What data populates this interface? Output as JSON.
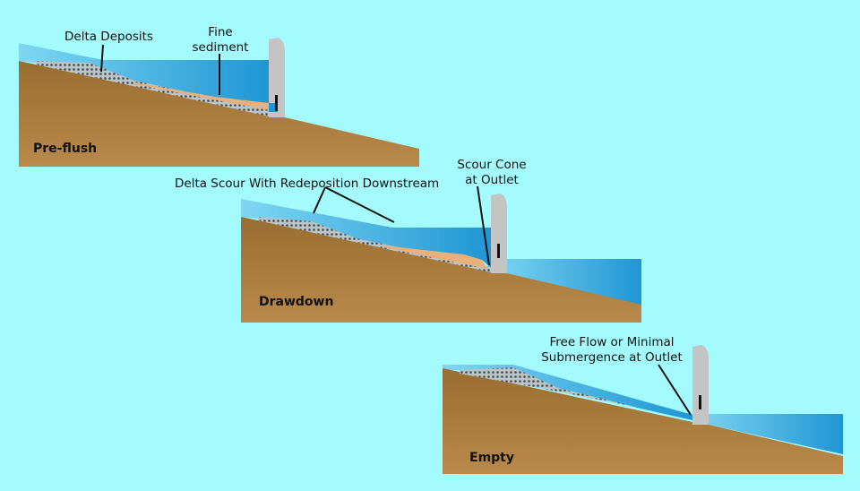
{
  "panels": [
    {
      "title": "Pre-flush",
      "labels": [
        "Delta Deposits",
        "Fine",
        "sediment"
      ]
    },
    {
      "title": "Drawdown",
      "labels": [
        "Delta Scour With Redeposition Downstream",
        "Scour Cone",
        "at Outlet"
      ]
    },
    {
      "title": "Empty",
      "labels": [
        "Free Flow or Minimal",
        "Submergence at Outlet"
      ]
    }
  ],
  "colors": {
    "background": "#a4fbfd",
    "ground": "#a87a3c",
    "water": "#3aaee0",
    "dam": "#c4c4c4",
    "fine_sediment": "#e8b07a"
  }
}
